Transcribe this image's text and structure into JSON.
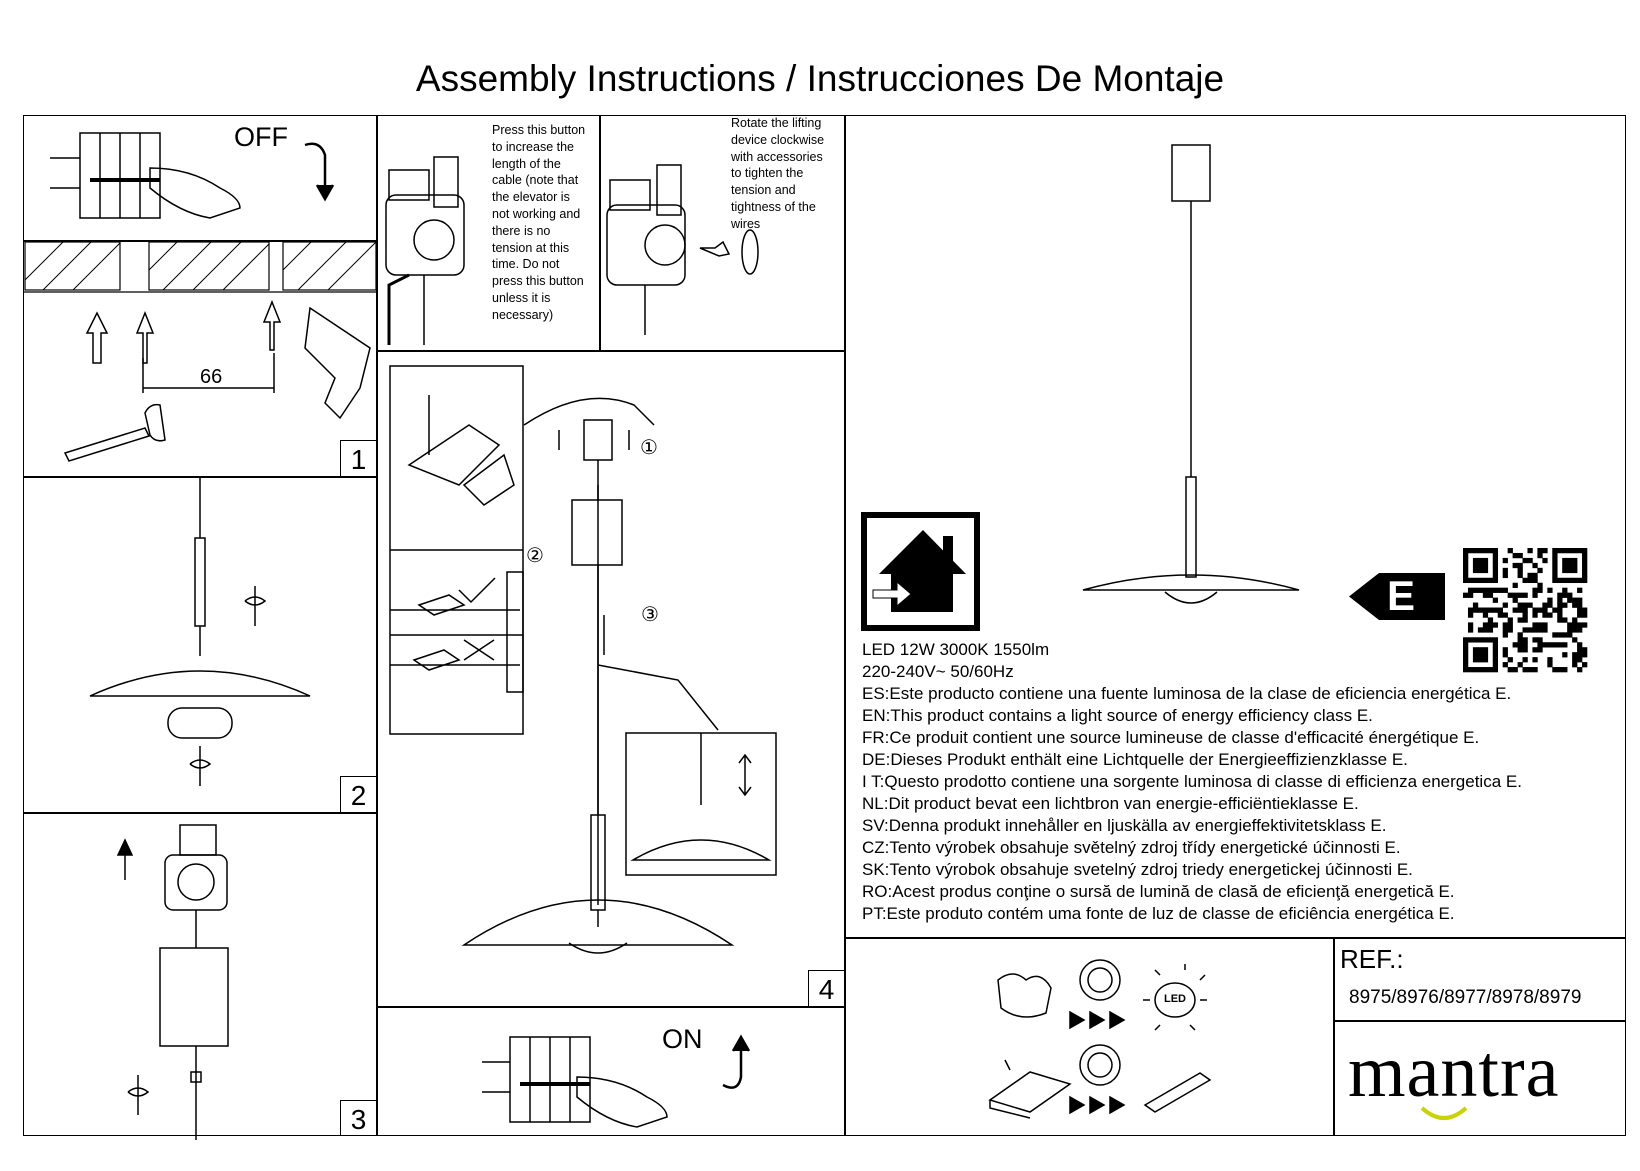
{
  "title": "Assembly Instructions / Instrucciones De Montaje",
  "steps": {
    "s1": "1",
    "s2": "2",
    "s3": "3",
    "s4": "4",
    "off_label": "OFF",
    "on_label": "ON",
    "distance": "66",
    "circled": [
      "①",
      "②",
      "③"
    ]
  },
  "notes": {
    "press_button": [
      "Press this button",
      "to increase the",
      "length of the",
      "cable (note that",
      "the elevator is",
      "not working and",
      "there is no",
      "tension at this",
      "time. Do not",
      "press this button",
      "unless it is",
      "necessary)"
    ],
    "rotate": [
      "Rotate the lifting",
      "device clockwise",
      "with accessories",
      "to tighten the",
      "tension and",
      "tightness of the",
      "wires"
    ]
  },
  "specs": {
    "line1": "LED 12W  3000K  1550lm",
    "line2": "220-240V~  50/60Hz",
    "energy_class": "E",
    "languages": [
      "ES:Este producto contiene una fuente luminosa de la clase de eficiencia energética E.",
      "EN:This product contains a light source of energy efficiency class E.",
      "FR:Ce produit contient une source lumineuse de classe d'efficacité énergétique E.",
      "DE:Dieses Produkt enthält eine Lichtquelle der Energieeffizienzklasse E.",
      "I T:Questo prodotto contiene una sorgente luminosa di classe di efficienza energetica E.",
      "NL:Dit product bevat een lichtbron van energie-efficiëntieklasse E.",
      "SV:Denna produkt innehåller en ljuskälla av energieffektivitetsklass E.",
      "CZ:Tento výrobek obsahuje světelný zdroj třídy energetické účinnosti E.",
      "SK:Tento výrobok obsahuje svetelný zdroj triedy energetickej účinnosti E.",
      "RO:Acest produs conţine o sursă de lumină de clasă de eficienţă energetică E.",
      "PT:Este produto contém uma fonte de luz de classe de eficiência energética E."
    ]
  },
  "icons": {
    "led_label": "LED"
  },
  "ref": {
    "label": "REF.:",
    "codes": "8975/8976/8977/8978/8979"
  },
  "brand": {
    "name": "mantra",
    "accent": "#c8d400"
  }
}
